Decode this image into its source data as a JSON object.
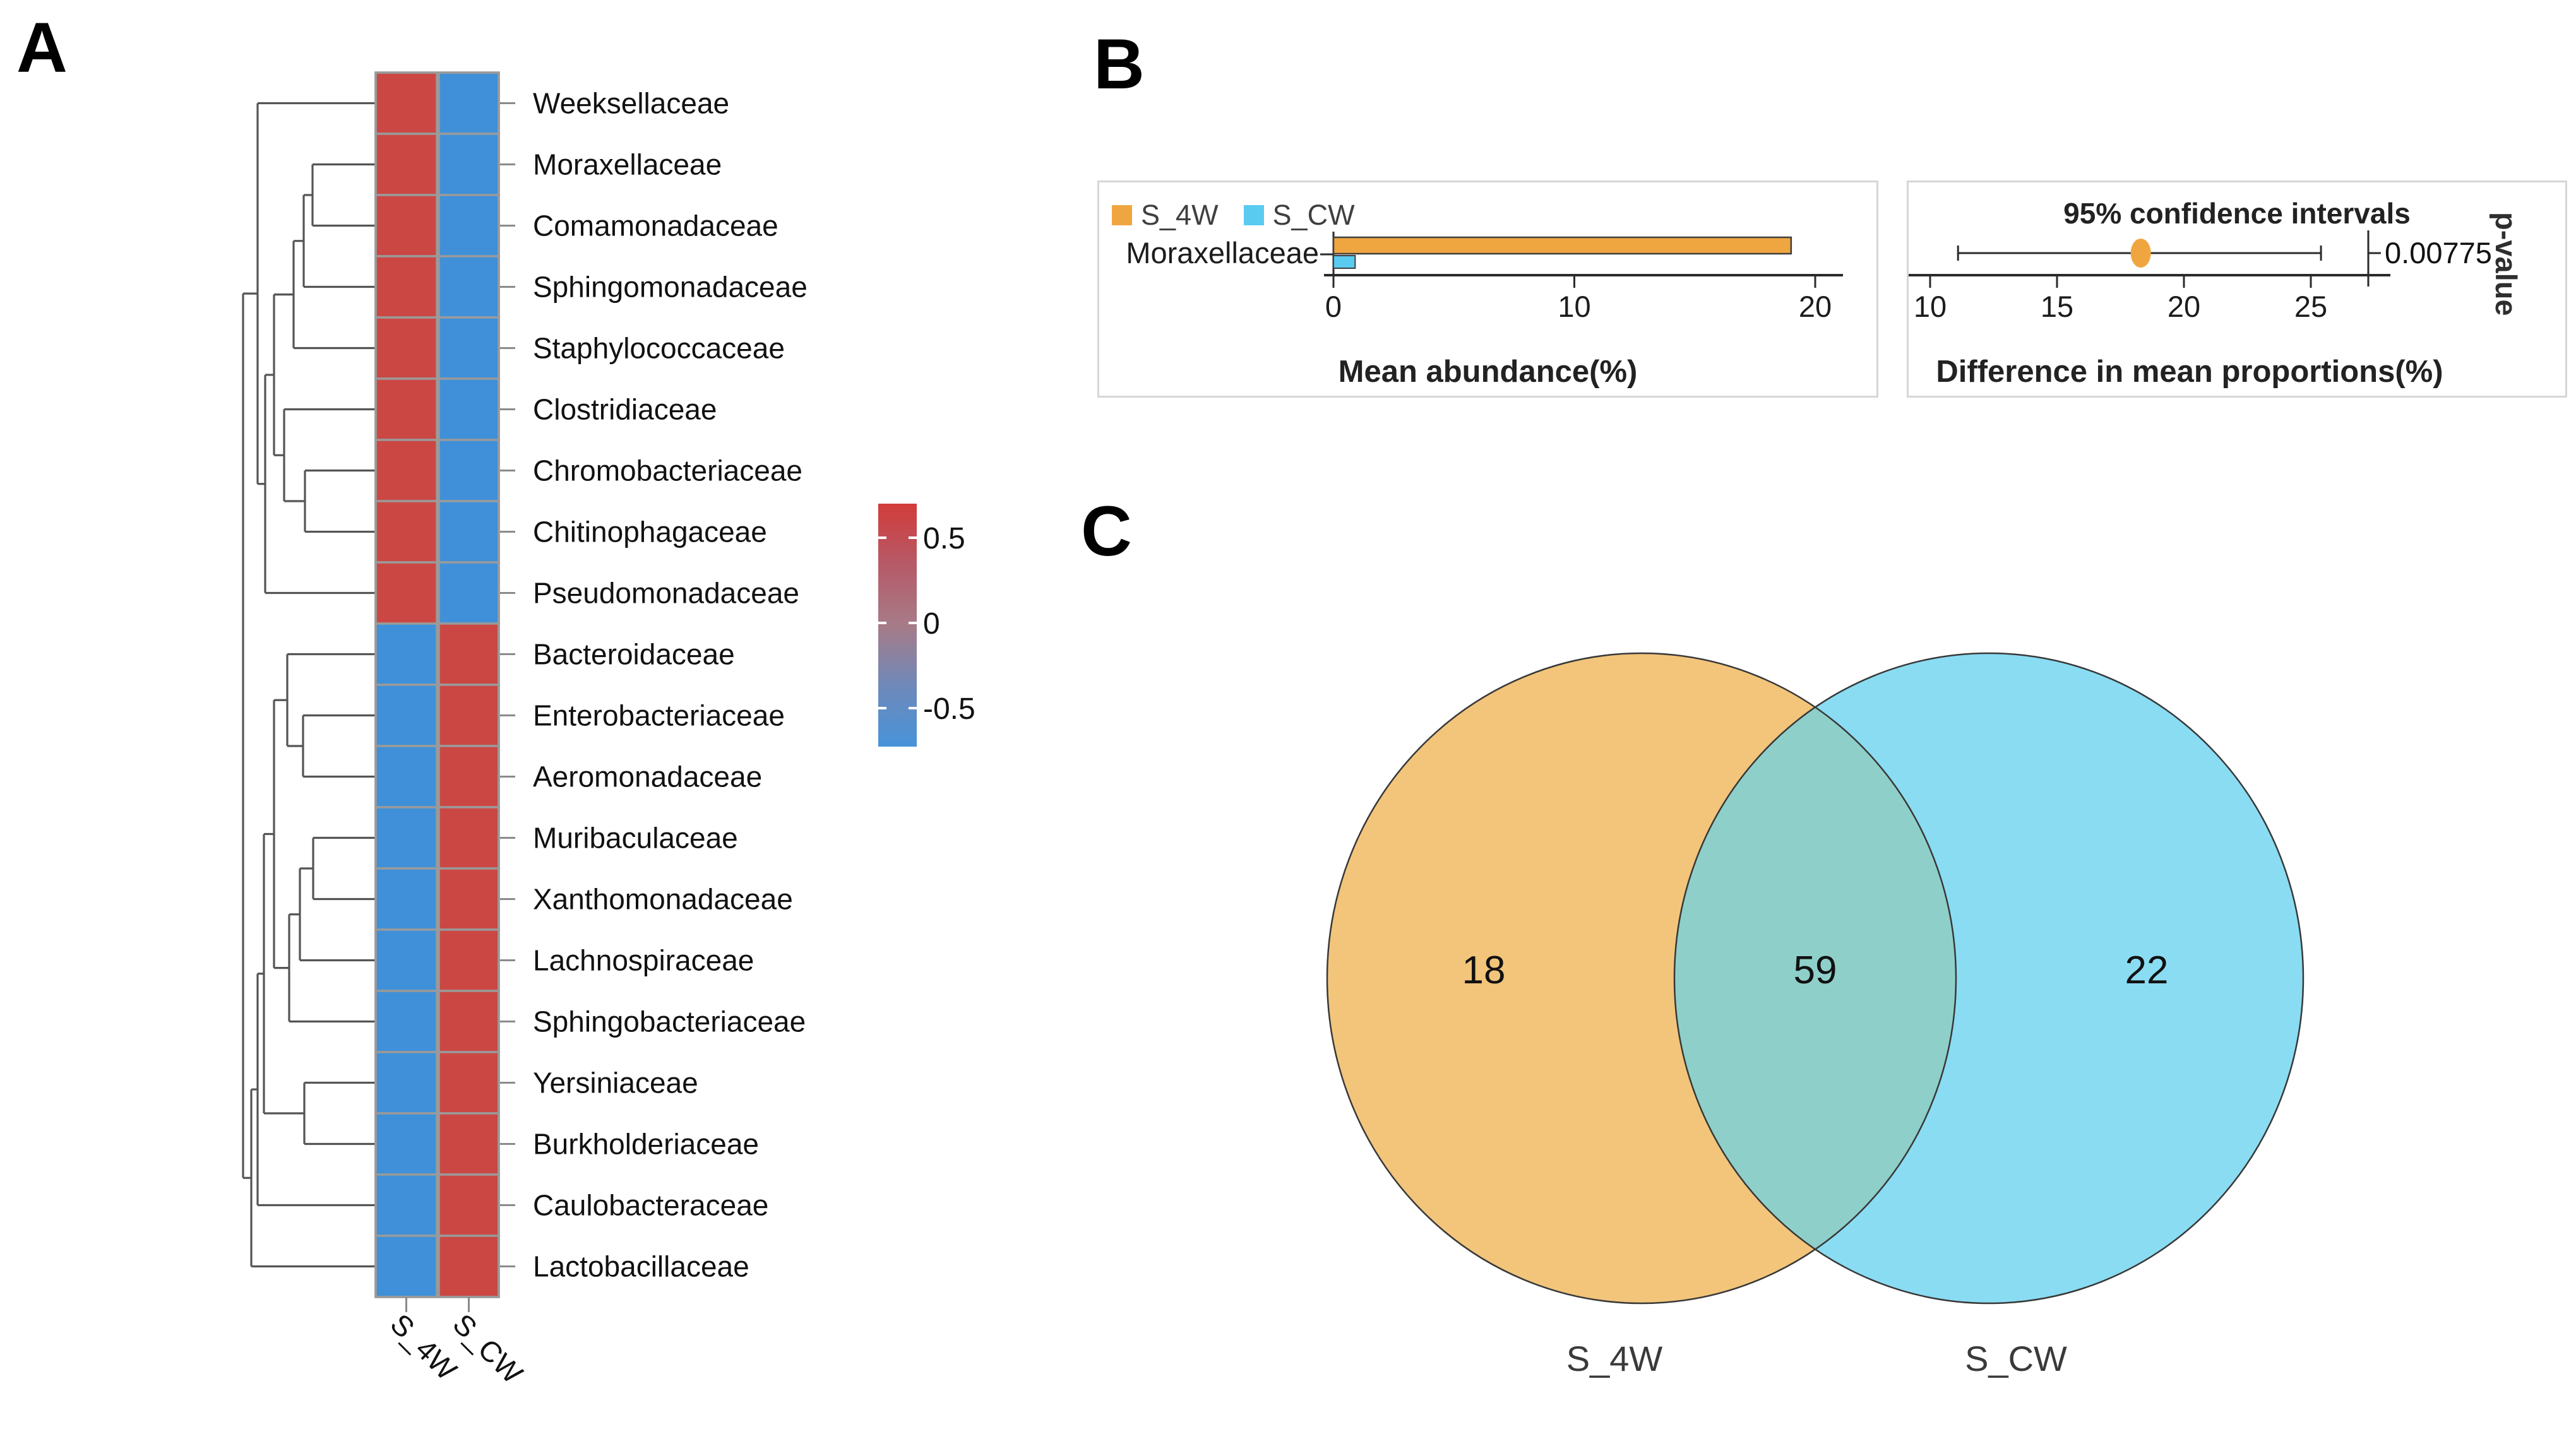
{
  "panels": {
    "a": {
      "letter": "A"
    },
    "b": {
      "letter": "B",
      "legend": [
        {
          "label": "S_4W",
          "color": "#f0a640"
        },
        {
          "label": "S_CW",
          "color": "#59cbf0"
        }
      ],
      "left": {
        "row_label": "Moraxellaceae",
        "xlabel": "Mean abundance(%)",
        "ticks": [
          "0",
          "10",
          "20"
        ]
      },
      "right": {
        "title": "95% confidence intervals",
        "xlabel": "Difference in mean proportions(%)",
        "ticks": [
          "10",
          "15",
          "20",
          "25"
        ],
        "p_value": "0.00775",
        "p_axis_label": "p-value"
      }
    },
    "c": {
      "letter": "C"
    }
  },
  "chart_data": [
    {
      "type": "heatmap",
      "columns": [
        "S_4W",
        "S_CW"
      ],
      "rows": [
        "Weeksellaceae",
        "Moraxellaceae",
        "Comamonadaceae",
        "Sphingomonadaceae",
        "Staphylococcaceae",
        "Clostridiaceae",
        "Chromobacteriaceae",
        "Chitinophagaceae",
        "Pseudomonadaceae",
        "Bacteroidaceae",
        "Enterobacteriaceae",
        "Aeromonadaceae",
        "Muribaculaceae",
        "Xanthomonadaceae",
        "Lachnospiraceae",
        "Sphingobacteriaceae",
        "Yersiniaceae",
        "Burkholderiaceae",
        "Caulobacteraceae",
        "Lactobacillaceae"
      ],
      "values": [
        [
          0.65,
          -0.65
        ],
        [
          0.65,
          -0.65
        ],
        [
          0.65,
          -0.65
        ],
        [
          0.65,
          -0.65
        ],
        [
          0.65,
          -0.65
        ],
        [
          0.65,
          -0.65
        ],
        [
          0.65,
          -0.65
        ],
        [
          0.65,
          -0.65
        ],
        [
          0.65,
          -0.65
        ],
        [
          -0.65,
          0.65
        ],
        [
          -0.65,
          0.65
        ],
        [
          -0.65,
          0.65
        ],
        [
          -0.65,
          0.65
        ],
        [
          -0.65,
          0.65
        ],
        [
          -0.65,
          0.65
        ],
        [
          -0.65,
          0.65
        ],
        [
          -0.65,
          0.65
        ],
        [
          -0.65,
          0.65
        ],
        [
          -0.65,
          0.65
        ],
        [
          -0.65,
          0.65
        ]
      ],
      "colors": {
        "positive": "#cb4743",
        "negative": "#3f90d8",
        "cell_border": "#9a9a9a",
        "dendrogram": "#555555",
        "tick": "#8a8a8a"
      },
      "colorbar": {
        "ticks": [
          "0.5",
          "0",
          "-0.5"
        ],
        "gradient": [
          "#d23c3a",
          "#b65a68",
          "#a77b88",
          "#6f89b9",
          "#4793d9"
        ]
      },
      "dendrogram": {
        "merges": [
          {
            "id": "n23",
            "a": "L2",
            "b": "L3",
            "x": 495
          },
          {
            "id": "n234",
            "a": "n23",
            "b": "L4",
            "x": 481
          },
          {
            "id": "n2345",
            "a": "n234",
            "b": "L5",
            "x": 465
          },
          {
            "id": "n78",
            "a": "L7",
            "b": "L8",
            "x": 483
          },
          {
            "id": "n678",
            "a": "L6",
            "b": "n78",
            "x": 450
          },
          {
            "id": "n28",
            "a": "n2345",
            "b": "n678",
            "x": 434
          },
          {
            "id": "n29",
            "a": "n28",
            "b": "L9",
            "x": 420
          },
          {
            "id": "n19",
            "a": "L1",
            "b": "n29",
            "x": 408
          },
          {
            "id": "n1112",
            "a": "L11",
            "b": "L12",
            "x": 480
          },
          {
            "id": "n10_12",
            "a": "L10",
            "b": "n1112",
            "x": 455
          },
          {
            "id": "n1314",
            "a": "L13",
            "b": "L14",
            "x": 496
          },
          {
            "id": "n13_15",
            "a": "n1314",
            "b": "L15",
            "x": 475
          },
          {
            "id": "n13_16",
            "a": "n13_15",
            "b": "L16",
            "x": 458
          },
          {
            "id": "n10_16",
            "a": "n10_12",
            "b": "n13_16",
            "x": 434
          },
          {
            "id": "n1718",
            "a": "L17",
            "b": "L18",
            "x": 482
          },
          {
            "id": "n10_18",
            "a": "n10_16",
            "b": "n1718",
            "x": 418
          },
          {
            "id": "n10_19",
            "a": "n10_18",
            "b": "L19",
            "x": 408
          },
          {
            "id": "n10_20",
            "a": "n10_19",
            "b": "L20",
            "x": 398
          },
          {
            "id": "root",
            "a": "n19",
            "b": "n10_20",
            "x": 385
          }
        ]
      }
    },
    {
      "type": "bar",
      "name": "extended_error_bar",
      "feature": "Moraxellaceae",
      "series": [
        {
          "name": "S_4W",
          "mean_abundance_pct": 19.0,
          "color": "#f0a640"
        },
        {
          "name": "S_CW",
          "mean_abundance_pct": 0.9,
          "color": "#59cbf0"
        }
      ],
      "abundance_axis": {
        "ticks": [
          0,
          10,
          20
        ],
        "label": "Mean abundance(%)",
        "xlim": [
          0,
          21
        ]
      },
      "difference": {
        "mean": 18.3,
        "ci_low": 11.1,
        "ci_high": 25.4,
        "ticks": [
          10,
          15,
          20,
          25
        ],
        "label": "Difference in mean proportions(%)",
        "p_value": "0.00775",
        "dot_color": "#f0a640"
      }
    },
    {
      "type": "venn",
      "sets": [
        {
          "label": "S_4W",
          "unique": "18",
          "color": "#f2c57b"
        },
        {
          "label": "S_CW",
          "unique": "22",
          "color": "#8adcf2"
        }
      ],
      "intersection": "59",
      "overlap_color": "#8fcfc9",
      "outline": "#383838",
      "label_color": "#3a3a3a"
    }
  ]
}
